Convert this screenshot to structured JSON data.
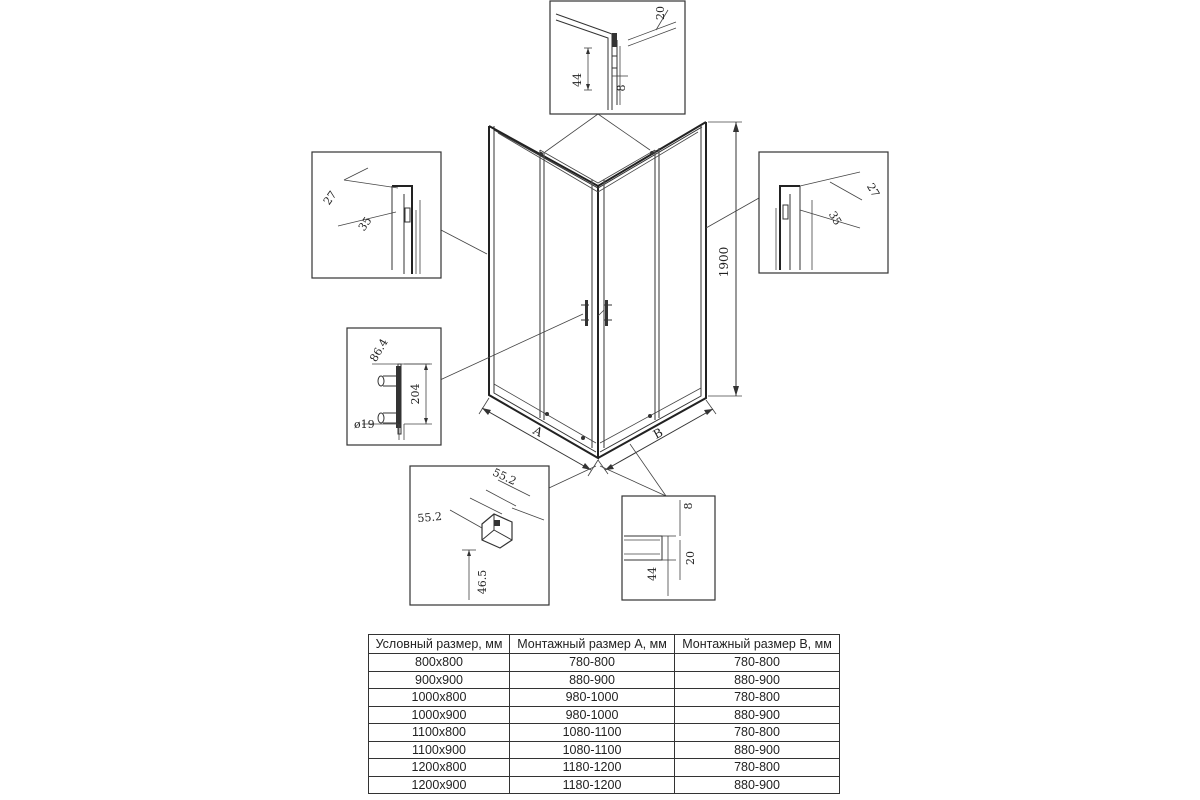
{
  "labels": {
    "a": "A",
    "b": "B",
    "height": "1900",
    "top_w": "20",
    "top_h": "44",
    "top_gap": "8",
    "left_w": "27",
    "left_d": "35",
    "right_w": "27",
    "right_d": "35",
    "handle_w": "86.4",
    "handle_h": "204",
    "handle_d": "ø19",
    "corner_a": "55.2",
    "corner_b": "55.2",
    "corner_h": "46.5",
    "bottom_gap": "8",
    "bottom_w": "20",
    "bottom_h": "44"
  },
  "table": {
    "headers": [
      "Условный размер, мм",
      "Монтажный размер A, мм",
      "Монтажный размер B, мм"
    ],
    "rows": [
      [
        "800x800",
        "780-800",
        "780-800"
      ],
      [
        "900x900",
        "880-900",
        "880-900"
      ],
      [
        "1000x800",
        "980-1000",
        "780-800"
      ],
      [
        "1000x900",
        "980-1000",
        "880-900"
      ],
      [
        "1100x800",
        "1080-1100",
        "780-800"
      ],
      [
        "1100x900",
        "1080-1100",
        "880-900"
      ],
      [
        "1200x800",
        "1180-1200",
        "780-800"
      ],
      [
        "1200x900",
        "1180-1200",
        "880-900"
      ]
    ]
  }
}
